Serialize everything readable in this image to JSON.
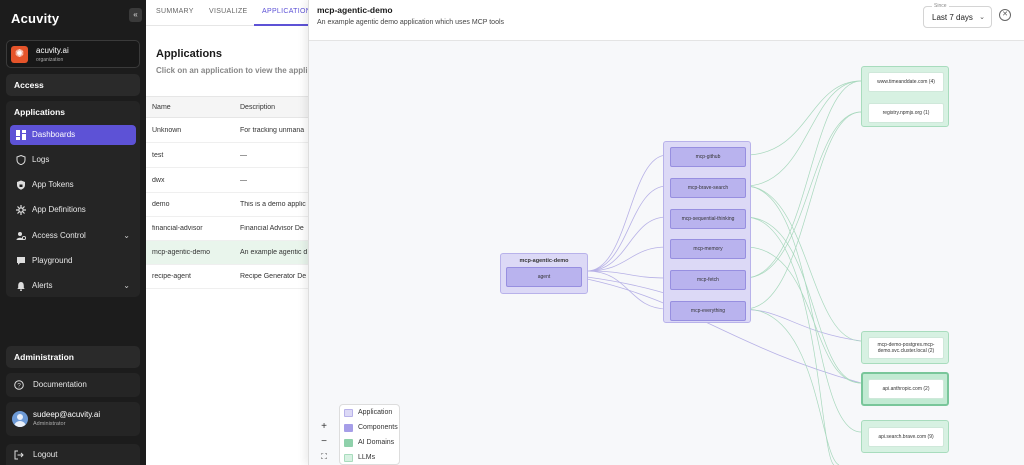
{
  "sidebar": {
    "logo": "Acuvity",
    "collapse_icon": "«",
    "org": {
      "name": "acuvity.ai",
      "type": "organization"
    },
    "access": "Access",
    "applications_title": "Applications",
    "items": [
      {
        "label": "Dashboards",
        "icon": "dashboard-icon",
        "active": true
      },
      {
        "label": "Logs",
        "icon": "shield-icon"
      },
      {
        "label": "App Tokens",
        "icon": "shield-lock-icon"
      },
      {
        "label": "App Definitions",
        "icon": "gear-icon"
      },
      {
        "label": "Access Control",
        "icon": "access-control-icon",
        "chevron": "⌄"
      },
      {
        "label": "Playground",
        "icon": "chat-icon"
      },
      {
        "label": "Alerts",
        "icon": "bell-icon",
        "chevron": "⌄"
      }
    ],
    "administration": "Administration",
    "documentation": "Documentation",
    "user": {
      "email": "sudeep@acuvity.ai",
      "role": "Administrator"
    },
    "logout": "Logout"
  },
  "main": {
    "tabs": [
      "SUMMARY",
      "VISUALIZE",
      "APPLICATION"
    ],
    "title": "Applications",
    "subtitle": "Click on an application to view the appli",
    "columns": [
      "Name",
      "Description"
    ],
    "rows": [
      {
        "name": "Unknown",
        "desc": "For tracking unmana"
      },
      {
        "name": "test",
        "desc": "—"
      },
      {
        "name": "dwx",
        "desc": "—"
      },
      {
        "name": "demo",
        "desc": "This is a demo applic"
      },
      {
        "name": "financial-advisor",
        "desc": "Financial Advisor De"
      },
      {
        "name": "mcp-agentic-demo",
        "desc": "An example agentic d",
        "selected": true
      },
      {
        "name": "recipe-agent",
        "desc": "Recipe Generator De"
      }
    ]
  },
  "drawer": {
    "title": "mcp-agentic-demo",
    "description": "An example agentic demo application which uses MCP tools",
    "since_label": "Since",
    "since_value": "Last 7 days",
    "since_chevron": "⌄",
    "close_icon": "✕",
    "app_group": {
      "title": "mcp-agentic-demo",
      "node": "agent"
    },
    "components": [
      "mcp-github",
      "mcp-brave-search",
      "mcp-sequential-thinking",
      "mcp-memory",
      "mcp-fetch",
      "mcp-everything"
    ],
    "domains_top": [
      "www.timeanddate.com (4)",
      "registry.npmjs.org (1)"
    ],
    "domain_postgres": "mcp-demo-postgres.mcp-demo.svc.cluster.local (2)",
    "domain_anthropic": "api.anthropic.com (2)",
    "domain_brave": "api.search.brave.com (9)",
    "legend": [
      "Application",
      "Components",
      "AI Domains",
      "LLMs"
    ],
    "legend_colors": {
      "application": "#dcd9f6",
      "components": "#a69ee8",
      "ai_domains": "#8fd1ab",
      "llms": "#d7f1e2"
    },
    "controls": {
      "zoom_in": "+",
      "zoom_out": "−",
      "fit": "⛶"
    }
  },
  "colors": {
    "sidebar_bg": "#1c1c1c",
    "accent": "#5d52d6",
    "selected_row": "#e9f5ec"
  }
}
